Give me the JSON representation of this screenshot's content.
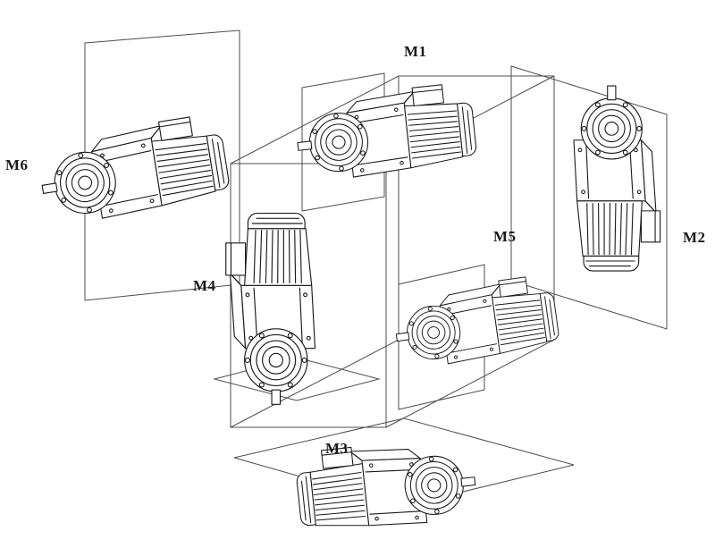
{
  "diagram": {
    "labels": {
      "m1": "M1",
      "m2": "M2",
      "m3": "M3",
      "m4": "M4",
      "m5": "M5",
      "m6": "M6"
    },
    "colors": {
      "background": "#ffffff",
      "line": "#1a1a1a",
      "panel": "#4d4d4d"
    }
  }
}
